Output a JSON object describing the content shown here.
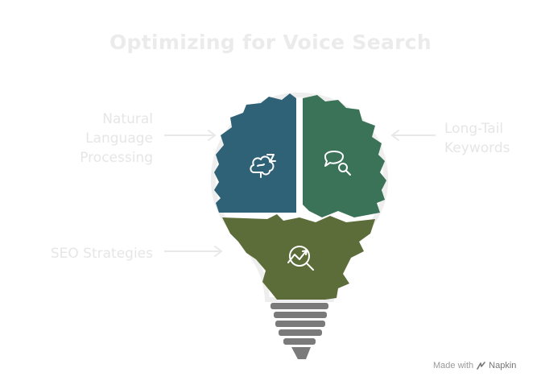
{
  "title": "Optimizing for Voice Search",
  "sections": [
    {
      "id": "nlp",
      "label": "Natural Language Processing",
      "icon": "brain-icon",
      "color": "#2f6277"
    },
    {
      "id": "ltk",
      "label": "Long-Tail Keywords",
      "icon": "chat-search-icon",
      "color": "#3a7358"
    },
    {
      "id": "seo",
      "label": "SEO Strategies",
      "icon": "chart-search-icon",
      "color": "#5c6d3a"
    }
  ],
  "labels": {
    "nlp_line1": "Natural",
    "nlp_line2": "Language",
    "nlp_line3": "Processing",
    "ltk_line1": "Long-Tail",
    "ltk_line2": "Keywords",
    "seo": "SEO Strategies"
  },
  "footer": {
    "made_with": "Made with",
    "brand": "Napkin"
  },
  "colors": {
    "bulb_base": "#7a7a7a",
    "arrow": "#e8e8e8",
    "outline": "#eeeeee"
  }
}
